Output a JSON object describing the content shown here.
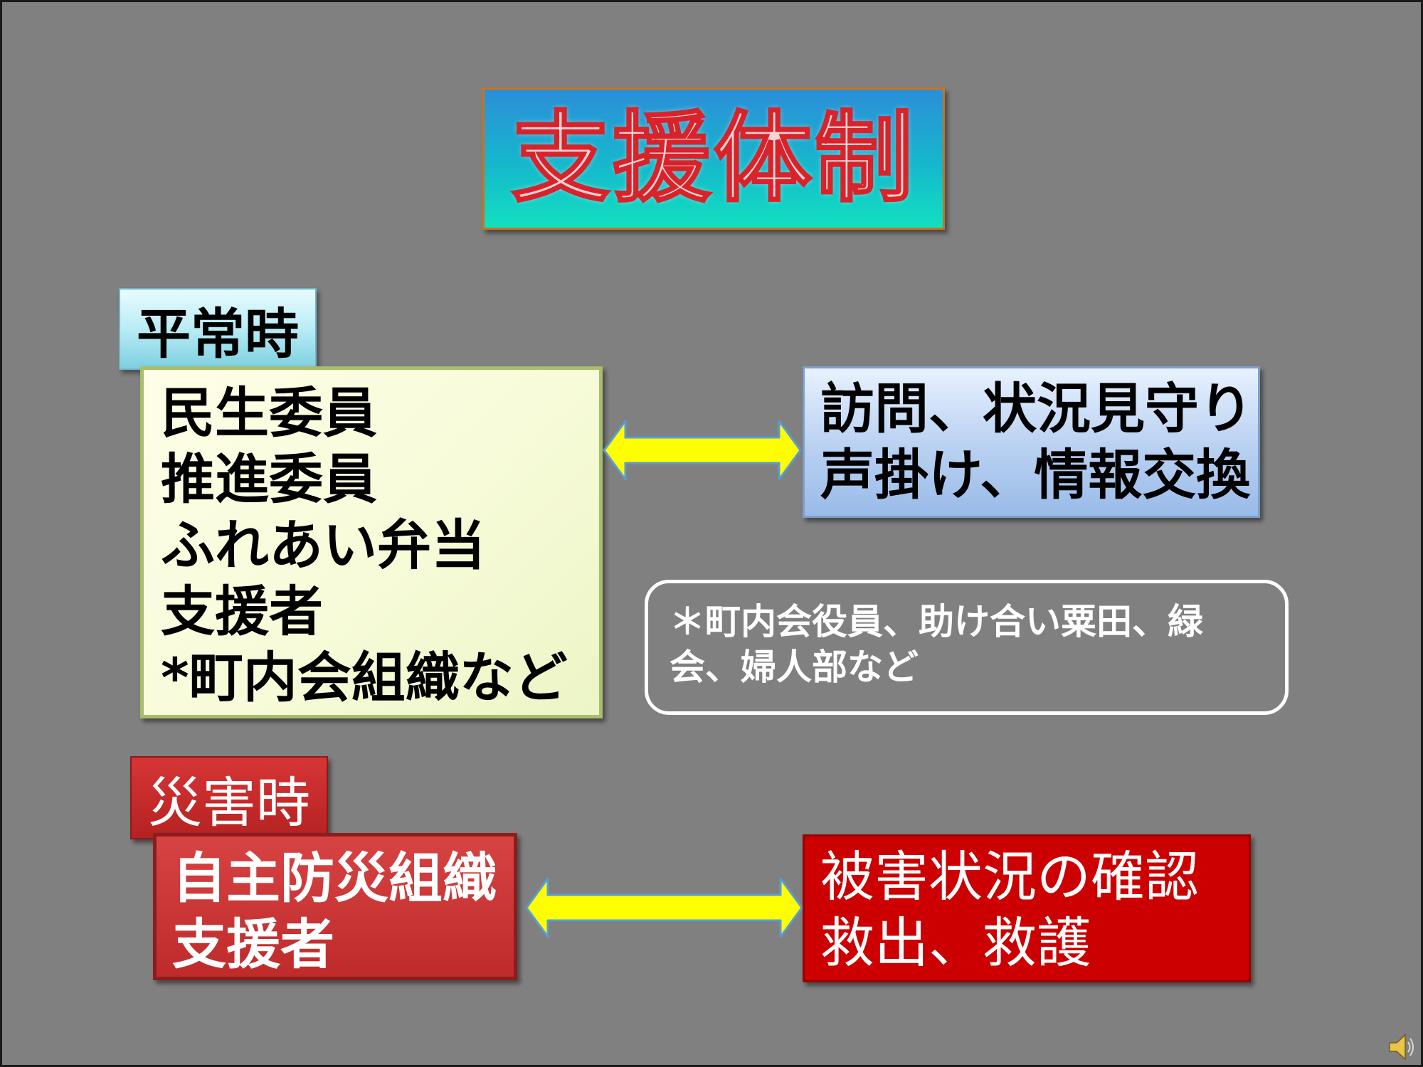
{
  "title": "支援体制",
  "normal": {
    "label": "平常時",
    "actors": [
      "民生委員",
      "推進委員",
      "ふれあい弁当",
      "支援者",
      "*町内会組織など"
    ],
    "activities": [
      "訪問、状況見守り",
      "声掛け、情報交換"
    ]
  },
  "note": [
    "＊町内会役員、助け合い粟田、緑",
    "会、婦人部など"
  ],
  "disaster": {
    "label": "災害時",
    "actors": [
      "自主防災組織",
      "支援者"
    ],
    "activities": [
      "被害状況の確認",
      "救出、救護"
    ]
  },
  "colors": {
    "background": "#808080",
    "arrow_fill": "#ffff00",
    "arrow_stroke": "#5b9bd5",
    "title_text_outline": "#d8232b",
    "disaster_red": "#cc0000"
  },
  "icons": {
    "sound": "speaker-icon"
  }
}
